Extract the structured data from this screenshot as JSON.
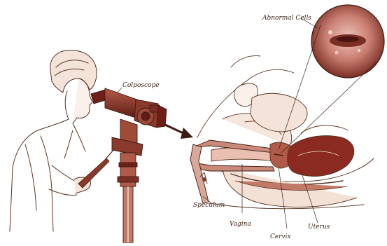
{
  "labels": {
    "abnormal_cells": "Abnormal Cells",
    "colposcope": "Colposcope",
    "speculum": "Speculum",
    "vagina": "Vagina",
    "cervix": "Cervix",
    "uterus": "Uterus"
  },
  "colors": {
    "ink": "#5a3322",
    "tissue": "#b05a4a",
    "tissue_dark": "#6e2018",
    "instrument": "#8a3a2a",
    "sepia_fill": "#f1dccf",
    "pink": "#c98a7a"
  }
}
